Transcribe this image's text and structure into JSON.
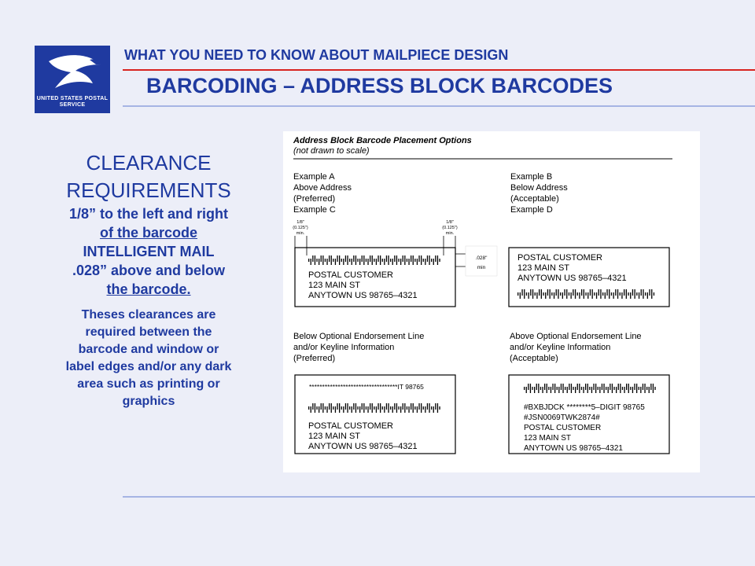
{
  "logo": {
    "text": "UNITED STATES POSTAL SERVICE"
  },
  "header": {
    "top_title": "WHAT YOU NEED TO KNOW ABOUT MAILPIECE DESIGN",
    "main_title": "BARCODING – ADDRESS BLOCK BARCODES"
  },
  "left": {
    "title_line1": "CLEARANCE",
    "title_line2": "REQUIREMENTS",
    "line1": "1/8” to the left and right",
    "line2": "of the barcode",
    "line3": "INTELLIGENT MAIL",
    "line4": ".028” above and below",
    "line5": "the barcode.",
    "note_line1": "Theses clearances are",
    "note_line2": "required between the",
    "note_line3": "barcode and window or",
    "note_line4": "label edges and/or any dark",
    "note_line5": "area such as printing or",
    "note_line6": "graphics"
  },
  "figure": {
    "title": "Address Block Barcode Placement Options",
    "subtitle": "(not drawn to scale)",
    "example_a": [
      "Example A",
      "Above Address",
      "(Preferred)",
      "Example C"
    ],
    "example_b": [
      "Example B",
      "Below Address",
      "(Acceptable)",
      "Example D"
    ],
    "dim_left": [
      "1/8\"",
      "(0.125\")",
      "min."
    ],
    "dim_right": [
      "1/8\"",
      "(0.125\")",
      "min."
    ],
    "dim_vertical": [
      ".028\"",
      "min"
    ],
    "box_a": [
      "POSTAL CUSTOMER",
      "123 MAIN ST",
      "ANYTOWN US 98765–4321"
    ],
    "box_b": [
      "POSTAL CUSTOMER",
      "123 MAIN ST",
      "ANYTOWN US 98765–4321"
    ],
    "section_c": [
      "Below Optional Endorsement Line",
      "and/or Keyline Information",
      "(Preferred)"
    ],
    "section_d": [
      "Above Optional Endorsement Line",
      "and/or Keyline Information",
      "(Acceptable)"
    ],
    "box_c_endorsement": "**********************************IT 98765",
    "box_c": [
      "POSTAL CUSTOMER",
      "123 MAIN ST",
      "ANYTOWN US 98765–4321"
    ],
    "box_d_lines": [
      "#BXBJDCK ********5–DIGIT 98765",
      "#JSN0069TWK2874#",
      "POSTAL CUSTOMER",
      "123 MAIN ST",
      "ANYTOWN US 98765–4321"
    ]
  },
  "colors": {
    "title_blue": "#1f3aa0",
    "red_rule": "#d8231f",
    "background": "#eceef8"
  }
}
